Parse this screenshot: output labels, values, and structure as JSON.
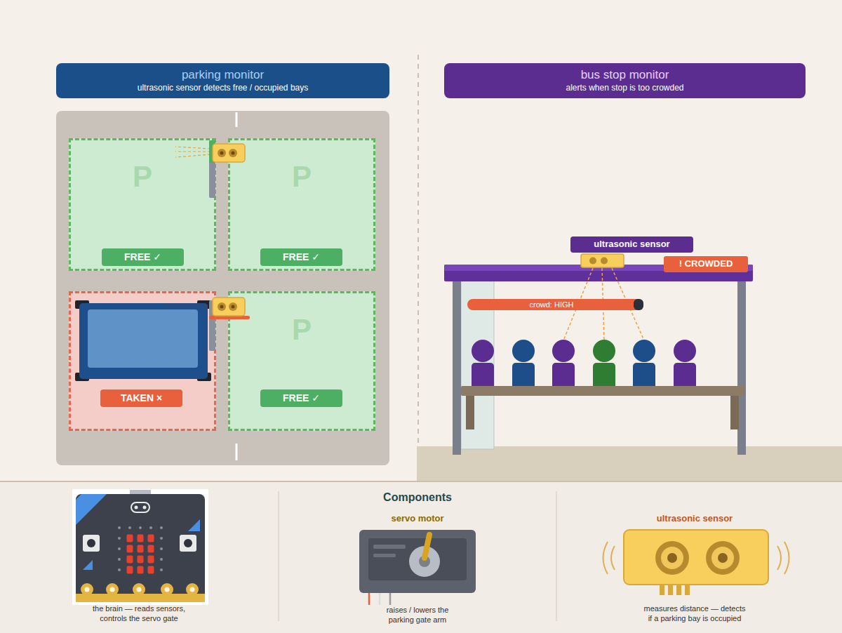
{
  "diagram": {
    "nodes": [
      {
        "text": [
          "parking monitor",
          "ultrasonic sensor detects free / occupied bays"
        ]
      },
      {
        "text": [
          "bus stop monitor",
          "alerts when stop is too crowded"
        ]
      },
      {
        "text": [
          "P",
          "FREE ✓"
        ]
      },
      {
        "text": [
          "P",
          "FREE ✓"
        ]
      },
      {
        "text": [
          "TAKEN ×"
        ]
      },
      {
        "text": [
          "P",
          "FREE ✓"
        ]
      },
      {
        "text": [
          "ultrasonic sensor"
        ]
      },
      {
        "text": [
          "! CROWDED"
        ]
      },
      {
        "text": [
          "crowd: HIGH"
        ]
      }
    ],
    "labels": [
      "Components",
      "servo motor",
      "ultrasonic sensor",
      "the brain — reads sensors, controls the servo gate",
      "raises / lowers the parking gate arm",
      "measures distance — detects if a parking bay is occupied"
    ]
  }
}
